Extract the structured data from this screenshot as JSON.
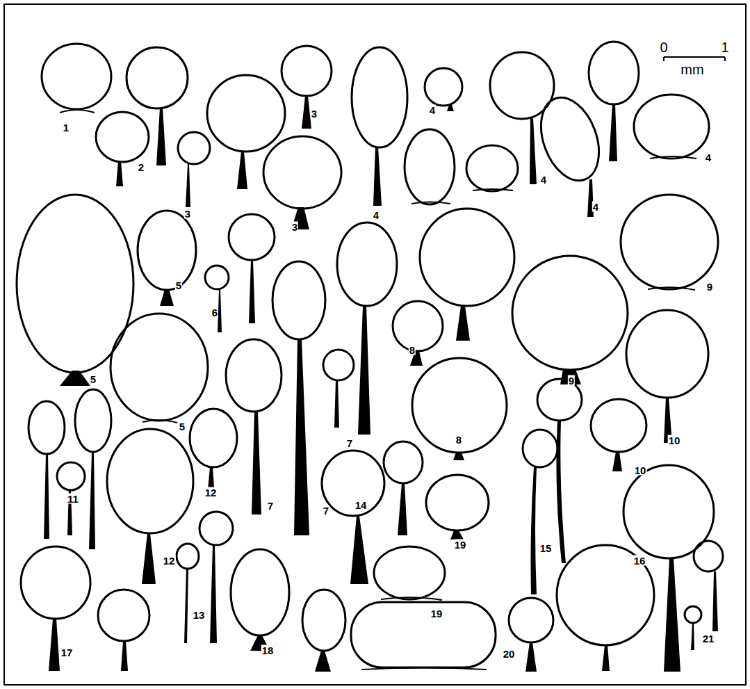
{
  "diagram": {
    "labels": [
      "0",
      "1",
      "mm",
      "1",
      "2",
      "3",
      "3",
      "3",
      "4",
      "4",
      "4",
      "4",
      "4",
      "5",
      "5",
      "5",
      "6",
      "7",
      "7",
      "7",
      "8",
      "8",
      "9",
      "9",
      "10",
      "10",
      "11",
      "12",
      "12",
      "13",
      "14",
      "15",
      "16",
      "17",
      "18",
      "19",
      "19",
      "20",
      "21"
    ]
  }
}
